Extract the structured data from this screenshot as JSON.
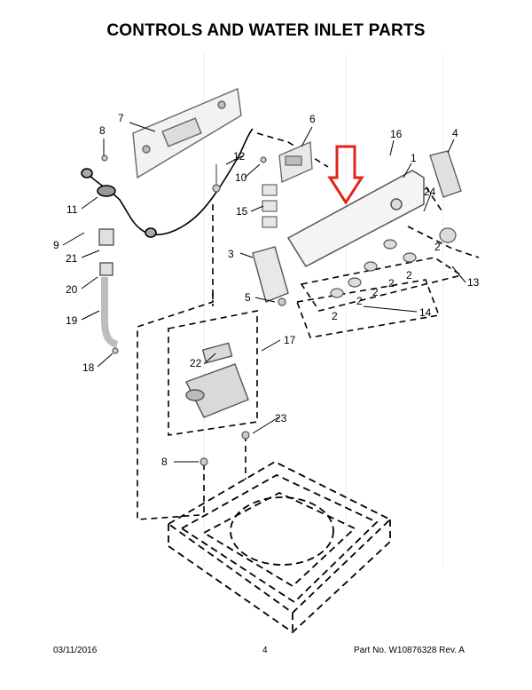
{
  "title": "CONTROLS AND WATER INLET PARTS",
  "callouts": {
    "c1": "1",
    "c2a": "2",
    "c2b": "2",
    "c2c": "2",
    "c2d": "2",
    "c2e": "2",
    "c2f": "2",
    "c3": "3",
    "c4": "4",
    "c5": "5",
    "c6": "6",
    "c7": "7",
    "c8a": "8",
    "c8b": "8",
    "c9": "9",
    "c10": "10",
    "c11": "11",
    "c12": "12",
    "c13": "13",
    "c14": "14",
    "c15": "15",
    "c16": "16",
    "c17": "17",
    "c18": "18",
    "c19": "19",
    "c20": "20",
    "c21": "21",
    "c22": "22",
    "c23": "23",
    "c24": "24"
  },
  "footer": {
    "date": "03/11/2016",
    "page": "4",
    "part": "Part No.  W10876328  Rev.  A"
  },
  "colors": {
    "arrow": "#e2231a",
    "ink": "#000000",
    "parts": "#777777"
  }
}
